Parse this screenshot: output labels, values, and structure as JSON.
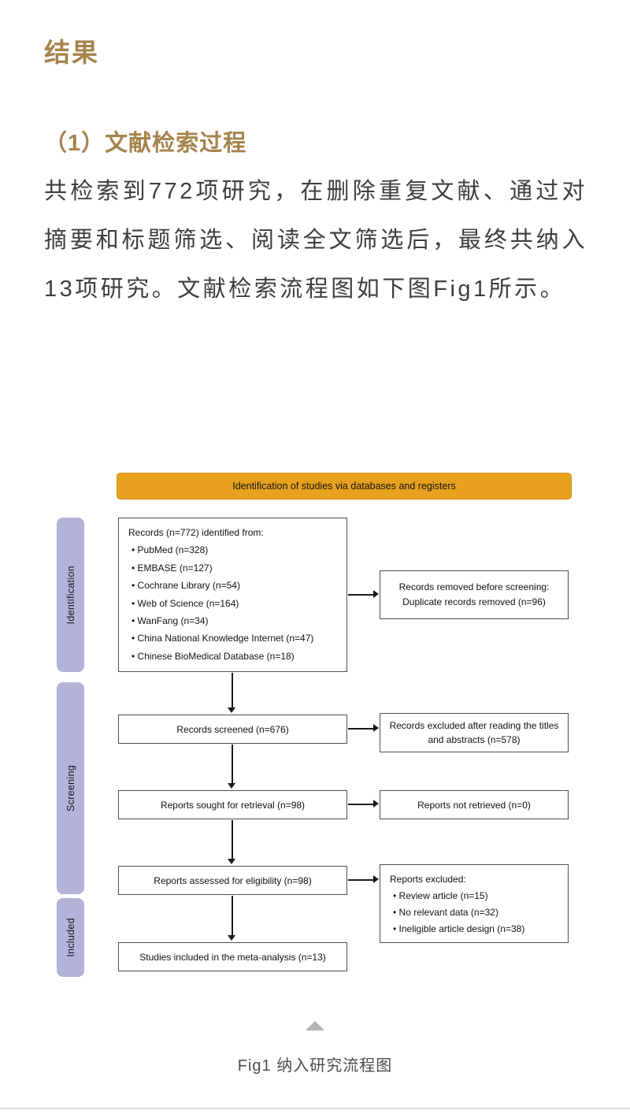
{
  "article": {
    "section_title": "结果",
    "subsection_title": "（1）文献检索过程",
    "paragraph": "共检索到772项研究，在删除重复文献、通过对摘要和标题筛选、阅读全文筛选后，最终共纳入13项研究。文献检索流程图如下图Fig1所示。",
    "figure_caption": "Fig1 纳入研究流程图"
  },
  "colors": {
    "heading_brown": "#a5834d",
    "banner_orange": "#e8a11e",
    "side_label_lavender": "#b4b2d9",
    "box_border_gray": "#4f4f4f",
    "body_text": "#3e3e3e"
  },
  "diagram": {
    "banner": "Identification of studies via databases and registers",
    "side_labels": [
      "Identification",
      "Screening",
      "Included"
    ],
    "identified": {
      "title": "Records (n=772) identified from:",
      "items": [
        "PubMed (n=328)",
        "EMBASE (n=127)",
        "Cochrane Library (n=54)",
        "Web of Science (n=164)",
        "WanFang (n=34)",
        "China National Knowledge Internet (n=47)",
        "Chinese BioMedical Database (n=18)"
      ]
    },
    "removed": {
      "line1": "Records removed before screening:",
      "line2": "Duplicate records removed (n=96)"
    },
    "screened": "Records screened (n=676)",
    "excluded_after_reading": "Records excluded after reading the titles and abstracts (n=578)",
    "sought": "Reports sought for retrieval (n=98)",
    "not_retrieved": "Reports not retrieved (n=0)",
    "assessed": "Reports assessed for eligibility (n=98)",
    "excluded": {
      "title": "Reports excluded:",
      "items": [
        "Review article (n=15)",
        "No relevant data (n=32)",
        "Ineligible article design (n=38)"
      ]
    },
    "included": "Studies included in the meta-analysis (n=13)"
  }
}
